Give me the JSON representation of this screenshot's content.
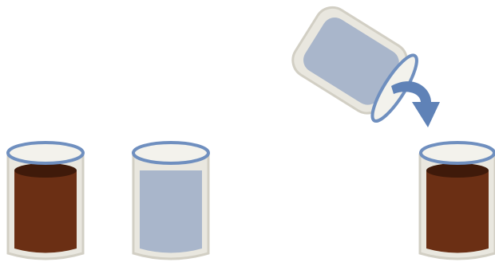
{
  "diagram": {
    "colors": {
      "background": "#ffffff",
      "glass_outer": "#e9e7df",
      "glass_edge": "#d2cfc4",
      "rim_stroke": "#6f8fbf",
      "rim_inner": "#f3f2ec",
      "dark_liquid": "#6b2f14",
      "dark_liquid_top": "#3f1a0a",
      "light_liquid": "#a9b6cb",
      "arrow": "#5f82b7"
    },
    "containers": [
      {
        "id": "container-1",
        "contents": "dark-liquid",
        "tilted": false
      },
      {
        "id": "container-2",
        "contents": "light-liquid",
        "tilted": false
      },
      {
        "id": "container-3",
        "contents": "light-liquid",
        "tilted": true
      },
      {
        "id": "container-4",
        "contents": "dark-liquid",
        "tilted": false
      }
    ],
    "pour_arrow_icon": "curved-arrow-icon"
  }
}
